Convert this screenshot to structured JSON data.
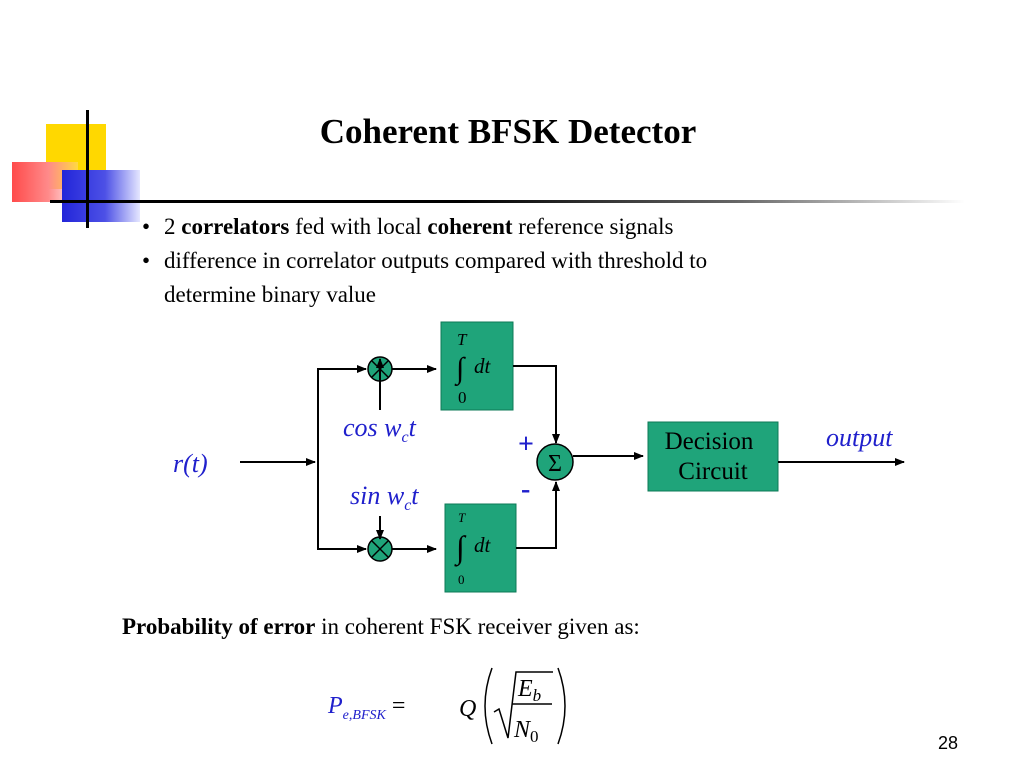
{
  "slide": {
    "title": "Coherent BFSK Detector",
    "page_number": "28"
  },
  "bullets": [
    {
      "num": "2 ",
      "b1": "correlators",
      "t1": " fed with local ",
      "b2": "coherent",
      "t2": " reference signals"
    },
    {
      "line1": "difference in correlator outputs compared with threshold to",
      "line2": "determine binary value"
    }
  ],
  "diagram": {
    "input_label": "r(t)",
    "cos_label": {
      "fn": "cos w",
      "sub": "c",
      "t": "t"
    },
    "sin_label": {
      "fn": "sin w",
      "sub": "c",
      "t": "t"
    },
    "integrator_upper_limit": "T",
    "integrator_lower_limit": "0",
    "integrator_symbol": "∫",
    "integrator_dt": "dt",
    "multiplier_symbol": "×",
    "summer_symbol": "Σ",
    "plus_sign": "+",
    "minus_sign": "-",
    "decision_line1": "Decision",
    "decision_line2": "Circuit",
    "output_label": "output",
    "colors": {
      "block_green": "#1fa47a",
      "label_blue": "#2020cc"
    }
  },
  "probability": {
    "bold": "Probability of error",
    "rest": " in coherent FSK receiver given as:"
  },
  "equation": {
    "lhs_main": "P",
    "lhs_sub": "e,BFSK",
    "equals": " =",
    "q": "Q",
    "numerator_main": "E",
    "numerator_sub": "b",
    "denominator_main": "N",
    "denominator_sub": "0"
  }
}
